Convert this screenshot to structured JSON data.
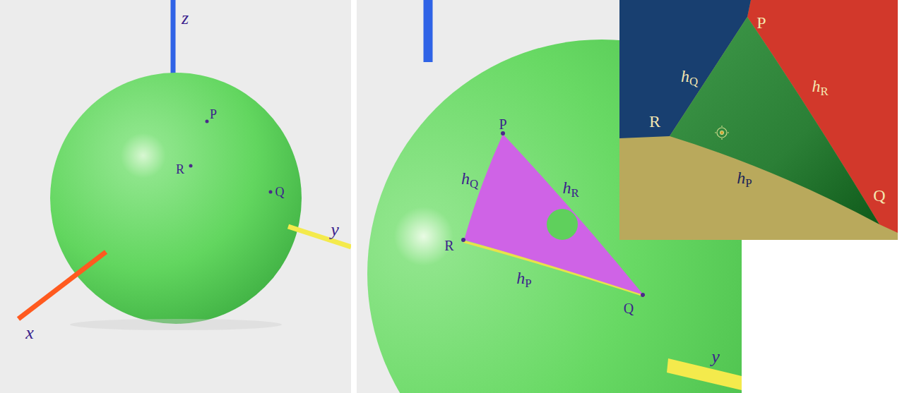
{
  "diagram": {
    "labels": [
      "z",
      "P",
      "R",
      "Q",
      "y",
      "x",
      "P",
      "hQ",
      "hR",
      "R",
      "hP",
      "Q",
      "y",
      "P",
      "hQ",
      "R",
      "hR",
      "hP",
      "Q"
    ]
  }
}
